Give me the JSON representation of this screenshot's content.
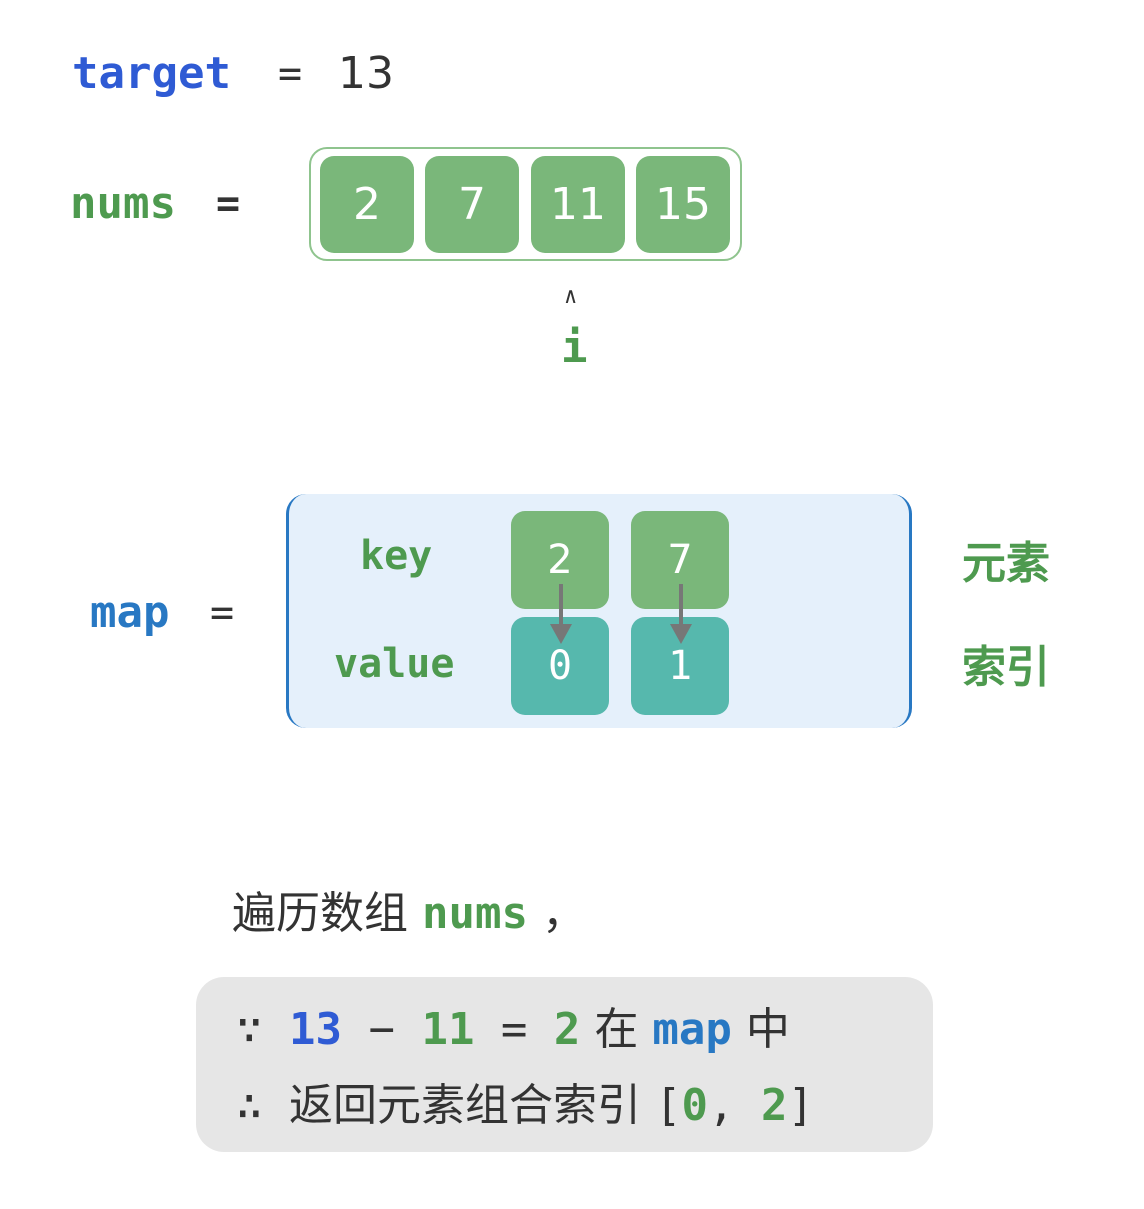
{
  "target": {
    "label": "target",
    "eq": "=",
    "value": "13"
  },
  "nums": {
    "label": "nums",
    "eq": "=",
    "values": [
      "2",
      "7",
      "11",
      "15"
    ]
  },
  "pointer": {
    "arrow": "∧",
    "label": "i"
  },
  "map": {
    "label": "map",
    "eq": "=",
    "key_label": "key",
    "value_label": "value",
    "keys": [
      "2",
      "7"
    ],
    "values": [
      "0",
      "1"
    ],
    "key_note": "元素",
    "value_note": "索引"
  },
  "caption": {
    "prefix": "遍历数组 ",
    "nums": "nums",
    "suffix": " ，"
  },
  "result": {
    "line1": {
      "because": "∵ ",
      "target": "13",
      "minus": " − ",
      "num": "11",
      "equals": " = ",
      "diff": "2",
      "in": " 在 ",
      "map": "map",
      "middle": " 中"
    },
    "line2": {
      "therefore": "∴ ",
      "text": "返回元素组合索引 ",
      "open": "[",
      "i0": "0",
      "comma": ", ",
      "i1": "2",
      "close": "]"
    }
  },
  "colors": {
    "target": "#2f5bd4",
    "nums": "#4e9a4f",
    "map": "#2878c3",
    "cell": "#7ab77a",
    "value_cell": "#56b8ad",
    "map_bg": "#e5f0fb",
    "result_bg": "#e6e6e6"
  }
}
